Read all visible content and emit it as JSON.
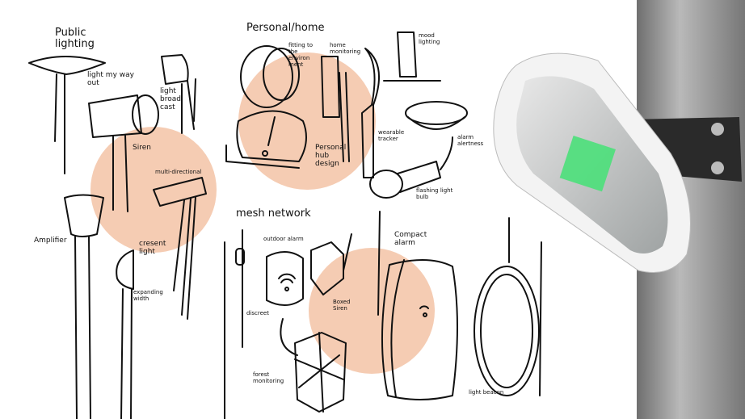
{
  "colors": {
    "accent": "#f5ccb3",
    "led": "#4be07a",
    "pole": "#8a8a8a",
    "bracket": "#2a2a2a"
  },
  "sections": {
    "public_lighting": {
      "title": "Public\nlighting",
      "labels": {
        "light_my_way": "light my way\nout",
        "light_broadcast": "light\nbroad\ncast",
        "siren": "Siren",
        "multi_directional": "multi-directional",
        "amplifier": "Amplifier",
        "cresent_light": "cresent\nlight",
        "expanding_width": "expanding\nwidth"
      }
    },
    "personal_home": {
      "title": "Personal/home",
      "labels": {
        "fitting": "fitting to\nthe\nenviron\nment",
        "home_monitoring": "home\nmonitoring",
        "mood_lighting": "mood\nlighting",
        "personal_hub": "Personal\nhub\ndesign",
        "wearable_tracker": "wearable\ntracker",
        "alarm_alertness": "alarm\nalertness",
        "flashing_bulb": "flashing light\nbulb"
      }
    },
    "mesh_network": {
      "title": "mesh network",
      "labels": {
        "outdoor_alarm": "outdoor alarm",
        "discreet": "discreet",
        "boxed_siren": "Boxed\nSiren",
        "compact_alarm": "Compact\nalarm",
        "forest_monitoring": "forest\nmonitoring",
        "light_beacon": "light beacon"
      }
    }
  }
}
